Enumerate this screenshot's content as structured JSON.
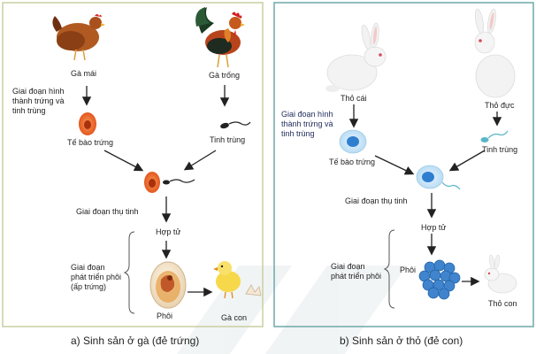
{
  "panel_a": {
    "hen": "Gà mái",
    "rooster": "Gà trống",
    "stage_gamete": "Giai đoạn hình\nthành trứng và\ntinh trùng",
    "egg_cell": "Tế bào trứng",
    "sperm": "Tinh trùng",
    "stage_fertilization": "Giai đoạn thụ tinh",
    "zygote": "Hợp tử",
    "stage_embryo": "Giai đoạn\nphát triển phôi\n(ấp trứng)",
    "embryo": "Phôi",
    "chick": "Gà con",
    "caption": "a) Sinh sản ở gà (đẻ trứng)"
  },
  "panel_b": {
    "female": "Thỏ cái",
    "male": "Thỏ đực",
    "stage_gamete": "Giai đoạn hình\nthành trứng và\ntinh trùng",
    "egg_cell": "Tế bào trứng",
    "sperm": "Tinh trùng",
    "stage_fertilization": "Giai đoạn thụ tinh",
    "zygote": "Hợp tử",
    "stage_embryo": "Giai đoạn\nphát triển phôi",
    "embryo": "Phôi",
    "baby": "Thỏ con",
    "caption": "b) Sinh sản ở thỏ (đẻ con)"
  },
  "colors": {
    "panel_a_border": "#c9cfa0",
    "panel_b_border": "#6fa8a8",
    "egg_orange": "#e8672a",
    "egg_blue": "#2f7fd0",
    "cell_blue_light": "#cfe6f7"
  }
}
